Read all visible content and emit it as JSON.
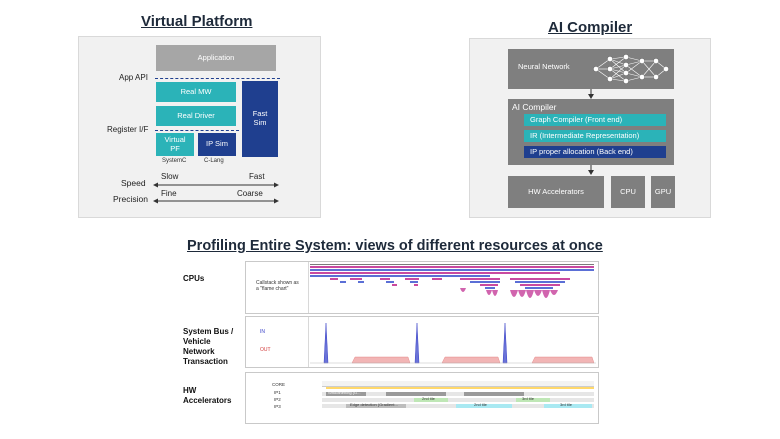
{
  "virtual_platform": {
    "title": "Virtual Platform",
    "application": "Application",
    "app_api": "App API",
    "real_mw": "Real MW",
    "real_driver": "Real Driver",
    "fast_sim": "Fast\nSim",
    "register_if": "Register I/F",
    "virtual_pf": "Virtual\nPF",
    "ip_sim": "IP Sim",
    "systemc": "SystemC",
    "c_lang": "C-Lang",
    "speed": "Speed",
    "slow": "Slow",
    "fast": "Fast",
    "precision": "Precision",
    "fine": "Fine",
    "coarse": "Coarse"
  },
  "ai_compiler": {
    "title": "AI Compiler",
    "neural_network": "Neural Network",
    "ai_compiler_label": "AI Compiler",
    "graph_compiler": "Graph Compiler (Front end)",
    "ir": "IR (Intermediate Representation)",
    "ip_proper": "IP proper allocation (Back end)",
    "hw_accelerators": "HW Accelerators",
    "cpu": "CPU",
    "gpu": "GPU"
  },
  "profiling": {
    "title": "Profiling Entire System: views of different resources at once",
    "cpus": "CPUs",
    "callstack": "Callstack shown as\na \"flame chart\"",
    "bus_label": "System Bus /\nVehicle\nNetwork\nTransaction",
    "in": "IN",
    "out": "OUT",
    "hw_label": "HW\nAccelerators",
    "core": "CORE",
    "ip1": "IP1",
    "ip2": "IP2",
    "ip3": "IP3",
    "smoothening": "Smoothening (G...",
    "edge_detection": "Edge detection (Gradient...",
    "second_tile": "2nd tile",
    "third_tile": "3rd tile"
  },
  "colors": {
    "gray_box": "#a6a6a6",
    "teal_box": "#2bb3b8",
    "navy_box": "#1f3f8f",
    "dark_gray": "#7f7f7f",
    "in_spike": "#6a73d8",
    "out_block": "#f2b5b5",
    "flame_magenta": "#c94aa0",
    "flame_blue": "#5b6fd6"
  },
  "icons": [
    "neural-network-graph-icon",
    "down-arrow-icon",
    "double-arrow-icon"
  ]
}
